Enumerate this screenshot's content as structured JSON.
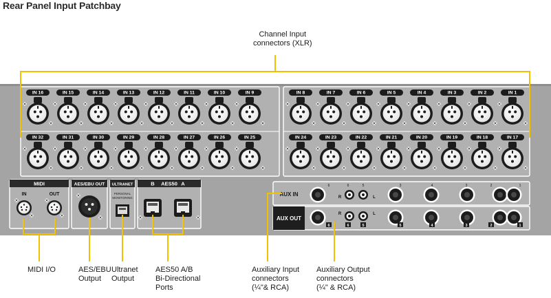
{
  "title": "Rear Panel Input Patchbay",
  "colors": {
    "panel": "#a4a4a4",
    "callout": "#f2c200",
    "dark": "#1e1e1e"
  },
  "channel_inputs": {
    "row_top": [
      "IN 16",
      "IN 15",
      "IN 14",
      "IN 13",
      "IN 12",
      "IN 11",
      "IN 10",
      "IN 9",
      "IN 8",
      "IN 7",
      "IN 6",
      "IN 5",
      "IN 4",
      "IN 3",
      "IN 2",
      "IN 1"
    ],
    "row_bottom": [
      "IN 32",
      "IN 31",
      "IN 30",
      "IN 29",
      "IN 28",
      "IN 27",
      "IN 26",
      "IN 25",
      "IN 24",
      "IN 23",
      "IN 22",
      "IN 21",
      "IN 20",
      "IN 19",
      "IN 18",
      "IN 17"
    ]
  },
  "midi": {
    "label": "MIDI",
    "in_label": "IN",
    "out_label": "OUT"
  },
  "aes_ebu": {
    "label": "AES/EBU OUT"
  },
  "ultranet": {
    "label": "ULTRANET",
    "sub1": "PERSONAL",
    "sub2": "MONITORING"
  },
  "aes50": {
    "label": "AES50",
    "port_b": "B",
    "port_a": "A"
  },
  "aux": {
    "in_label": "AUX IN",
    "out_label": "AUX OUT",
    "top_numbers": [
      "6",
      "6",
      "5",
      "3",
      "4",
      "3",
      "2",
      "1"
    ],
    "bottom_numbers": [
      "6",
      "6",
      "5",
      "5",
      "4",
      "3",
      "2",
      "1"
    ],
    "rca_r": "R",
    "rca_l": "L"
  },
  "callouts": {
    "channel": [
      "Channel Input",
      "connectors (XLR)"
    ],
    "midi": [
      "MIDI I/O"
    ],
    "aes_ebu": [
      "AES/EBU",
      "Output"
    ],
    "ultranet": [
      "Ultranet",
      "Output"
    ],
    "aes50": [
      "AES50 A/B",
      "Bi-Directional",
      "Ports"
    ],
    "aux_in": [
      "Auxiliary Input",
      "connectors",
      "(¼\"& RCA)"
    ],
    "aux_out": [
      "Auxiliary Output",
      "connectors",
      "(¼\" & RCA)"
    ]
  }
}
